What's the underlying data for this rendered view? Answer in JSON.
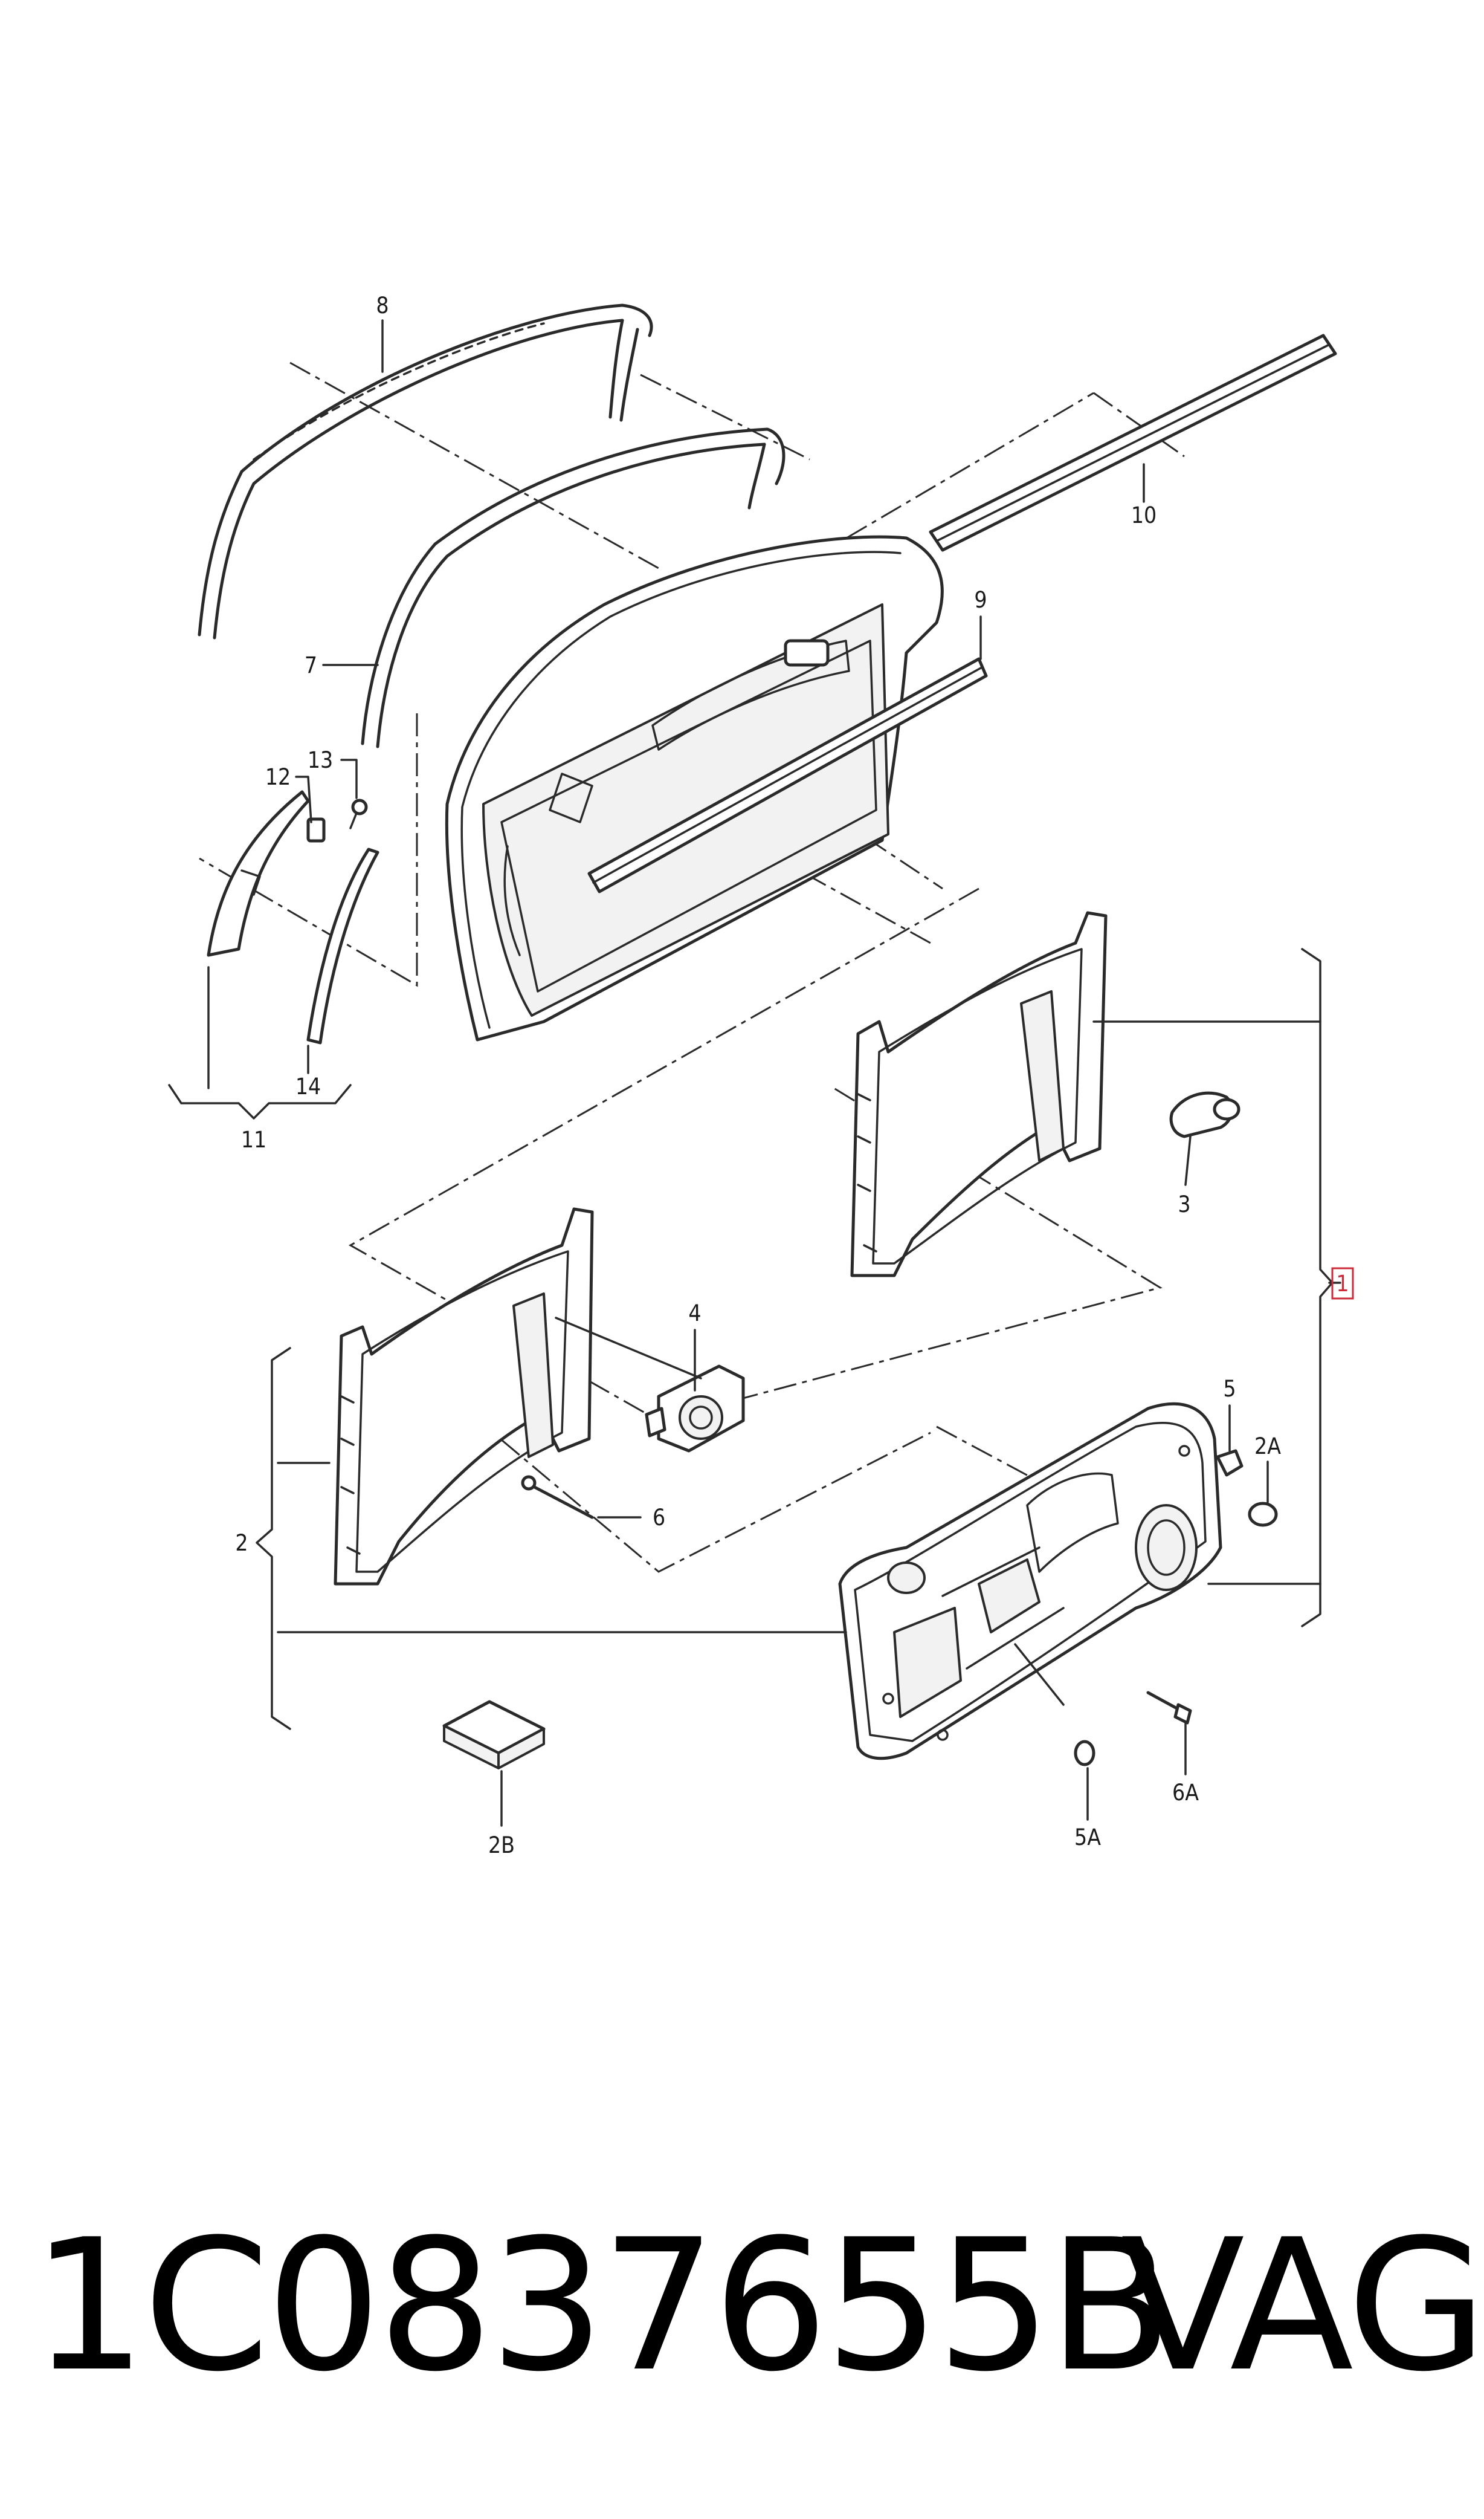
{
  "diagram": {
    "callouts": {
      "c1": "1",
      "c2": "2",
      "c2A": "2A",
      "c2B": "2B",
      "c3": "3",
      "c4": "4",
      "c5": "5",
      "c5A": "5A",
      "c6": "6",
      "c6A": "6A",
      "c7": "7",
      "c8": "8",
      "c9": "9",
      "c10": "10",
      "c11": "11",
      "c12": "12",
      "c13": "13",
      "c14": "14"
    },
    "highlighted_callout": "1",
    "highlight_color": "#cc2b3a"
  },
  "footer": {
    "part_number": "1C0837655B",
    "brand": "VAG"
  }
}
